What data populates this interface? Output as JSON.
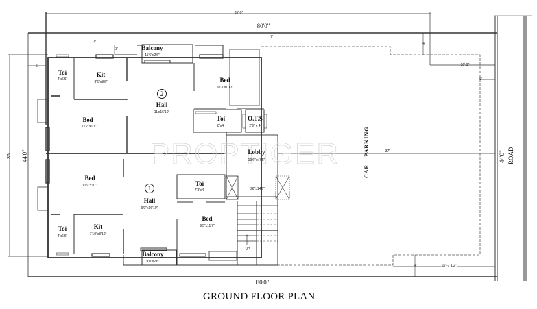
{
  "title": "GROUND FLOOR PLAN",
  "watermark": "PROPTIGER",
  "dimensions": {
    "top_outer": "65'-9\"",
    "top_width": "80'0\"",
    "bottom_width": "80'0\"",
    "left_outer": "36'",
    "left_depth": "44'0\"",
    "road_width": "44'0\"",
    "left_setback": "5'",
    "top_setback_a": "4'",
    "top_setback_b": "3'",
    "top_setback_c": "7'",
    "right_top_a": "4'",
    "right_top_b": "10'-3\"",
    "right_top_c": "5'",
    "parking_depth": "37'",
    "bottom_right": "17'-7 1/2\"",
    "bottom_right_small": "4'"
  },
  "road_label": "ROAD",
  "parking_label": "CAR PARKING",
  "units": [
    {
      "number": "2",
      "rooms": [
        {
          "name": "Toi",
          "size": "4'x6'6\""
        },
        {
          "name": "Kit",
          "size": "8'6\"x8'6\""
        },
        {
          "name": "Balcony",
          "size": "11'6\"x2'6\""
        },
        {
          "name": "Bed",
          "size": "10'3\"x10'7\""
        },
        {
          "name": "Hall",
          "size": "11'x16'10\""
        },
        {
          "name": "Bed",
          "size": "11'7\"x10'\""
        },
        {
          "name": "Toi",
          "size": "8'x4'"
        }
      ]
    },
    {
      "number": "1",
      "rooms": [
        {
          "name": "Bed",
          "size": "11'9\"x10'\""
        },
        {
          "name": "Toi",
          "size": "7'3\"x4'"
        },
        {
          "name": "Hall",
          "size": "9'9\"x16'10\""
        },
        {
          "name": "Toi",
          "size": "4'x6'6\""
        },
        {
          "name": "Kit",
          "size": "7'10\"x8'10\""
        },
        {
          "name": "Bed",
          "size": "9'5\"x11'7\""
        },
        {
          "name": "Balcony",
          "size": "9'0\"x2'6\""
        }
      ]
    }
  ],
  "common": {
    "ots": {
      "name": "O.T.S",
      "size": "2'9\" x 4'"
    },
    "lobby": {
      "name": "Lobby",
      "size": "10'6\" x 7'5\""
    },
    "stair_size": "8'6\"x14'6\"",
    "stair_up": "UP"
  }
}
